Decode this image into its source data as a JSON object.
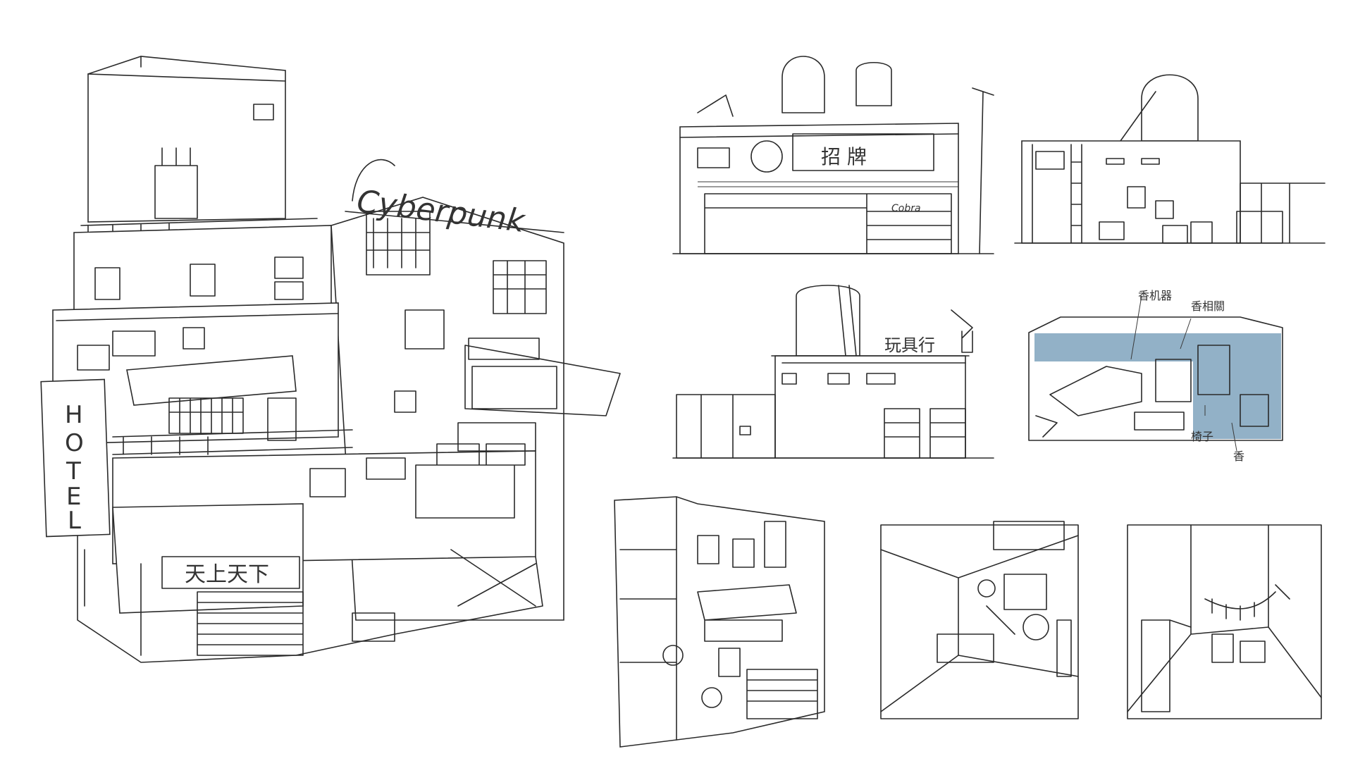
{
  "main_building": {
    "rooftop_sign": "Cyberpunk",
    "hotel_sign": [
      "H",
      "O",
      "T",
      "E",
      "L"
    ],
    "shop_sign": "天上天下"
  },
  "shop_front": {
    "signboard": "招 牌",
    "scribble_sign": "Cobra"
  },
  "toy_shop": {
    "sign": "玩具行"
  },
  "interior": {
    "highlight_color": "#7fa3bd",
    "notes": [
      "香机器",
      "香相關",
      "椅子",
      "香"
    ]
  }
}
